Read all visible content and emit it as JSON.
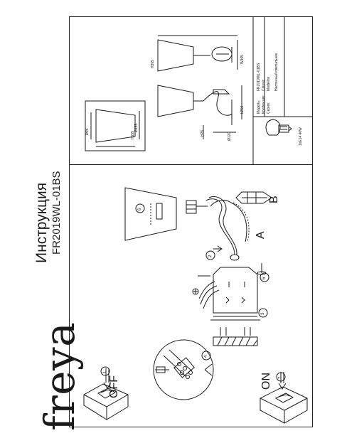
{
  "brand": {
    "name": "freya"
  },
  "header": {
    "title": "Инструкция",
    "model": "FR2019WL-01BS"
  },
  "steps": {
    "s1": "1",
    "s1_label": "OFF",
    "s2": "2",
    "s3": "3",
    "s4": "4",
    "s5": "5",
    "s6": "6",
    "s7": "7",
    "s7_label": "ON"
  },
  "parts": {
    "a": "A",
    "b": "B"
  },
  "dimensions": {
    "shade_h": "H155",
    "shade_d_top": "Ø95",
    "shade_d_bottom": "Ø155",
    "lamp_h": "H355",
    "lamp_w": "W155",
    "lamp_l": "L250",
    "base_h": "H26",
    "base_d": "Ø120"
  },
  "spec": {
    "model_label": "Модель:",
    "model_value": "FR2019WL-01BS",
    "collection_label": "Коллекция:",
    "collection_value": "Classic",
    "series_label": "Серия:",
    "series_value": "Madeline",
    "type_value": "Настенный светильник",
    "bulb": "1xE14 40W"
  },
  "colors": {
    "line": "#1a1a1a",
    "paper": "#ffffff"
  },
  "icons": [
    "bulb-icon",
    "screwdriver-icon",
    "ground-icon",
    "switch-icon"
  ]
}
